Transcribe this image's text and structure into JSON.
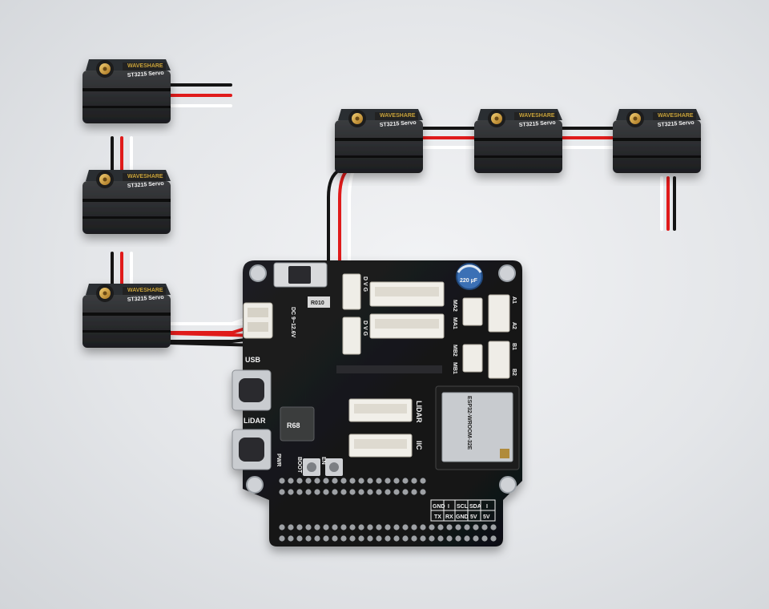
{
  "servo": {
    "brand": "WAVESHARE",
    "model": "ST3215 Servo"
  },
  "board": {
    "labels": {
      "usb": "USB",
      "lidar_port": "LiDAR",
      "dc_input": "DC 9~12.6V",
      "lidar": "LIDAR",
      "iic": "IIC",
      "boot": "BOOT",
      "en": "EN",
      "pwr": "PWR",
      "inductor": "R68",
      "resistor": "R010",
      "module": "ESP32-WROOM-32E",
      "a1": "A1",
      "a2": "A2",
      "b1": "B1",
      "b2": "B2",
      "ma1": "MA1",
      "ma2": "MA2",
      "mb1": "MB1",
      "mb2": "MB2",
      "dvg1": "D V G",
      "dvg2": "D V G",
      "cap": "220 µF"
    },
    "pin_table": {
      "row1": [
        "GND",
        "I",
        "SCL",
        "SDA",
        "I"
      ],
      "row2": [
        "TX",
        "RX",
        "GND",
        "5V",
        "5V"
      ]
    }
  }
}
